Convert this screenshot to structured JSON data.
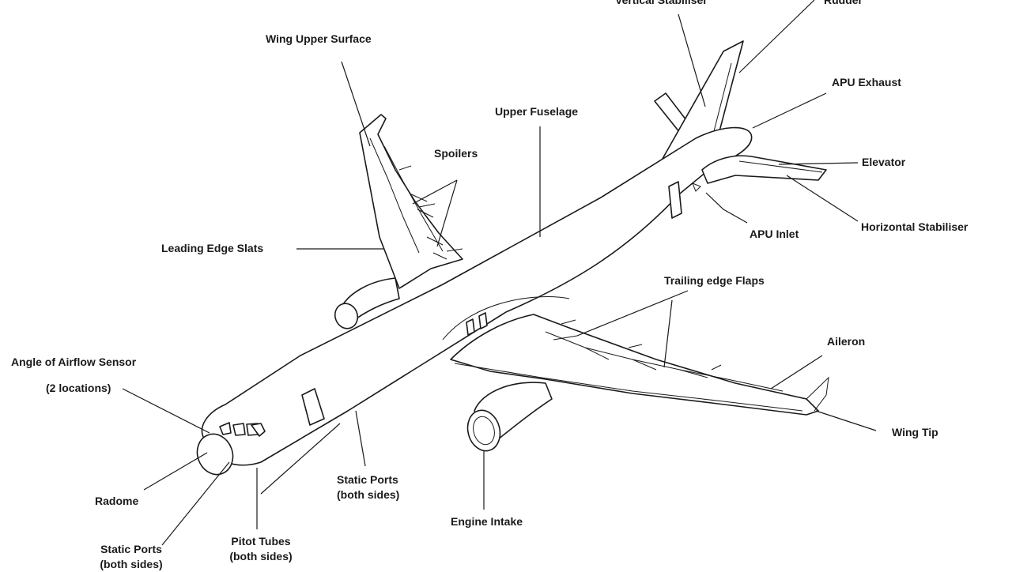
{
  "labels": {
    "vertical_stabiliser": "Vertical Stabiliser",
    "rudder": "Rudder",
    "wing_upper_surface": "Wing Upper Surface",
    "apu_exhaust": "APU Exhaust",
    "upper_fuselage": "Upper Fuselage",
    "spoilers": "Spoilers",
    "elevator": "Elevator",
    "horizontal_stabiliser": "Horizontal Stabiliser",
    "apu_inlet": "APU Inlet",
    "leading_edge_slats": "Leading Edge Slats",
    "trailing_edge_flaps": "Trailing edge Flaps",
    "aileron": "Aileron",
    "angle_of_airflow_sensor": "Angle of Airflow Sensor",
    "two_locations": "(2 locations)",
    "wing_tip": "Wing Tip",
    "radome": "Radome",
    "static_ports_aft": "Static Ports",
    "static_ports_aft_sub": "(both sides)",
    "engine_intake": "Engine Intake",
    "pitot_tubes": "Pitot Tubes",
    "pitot_tubes_sub": "(both sides)",
    "static_ports_fwd": "Static Ports",
    "static_ports_fwd_sub": "(both sides)"
  }
}
